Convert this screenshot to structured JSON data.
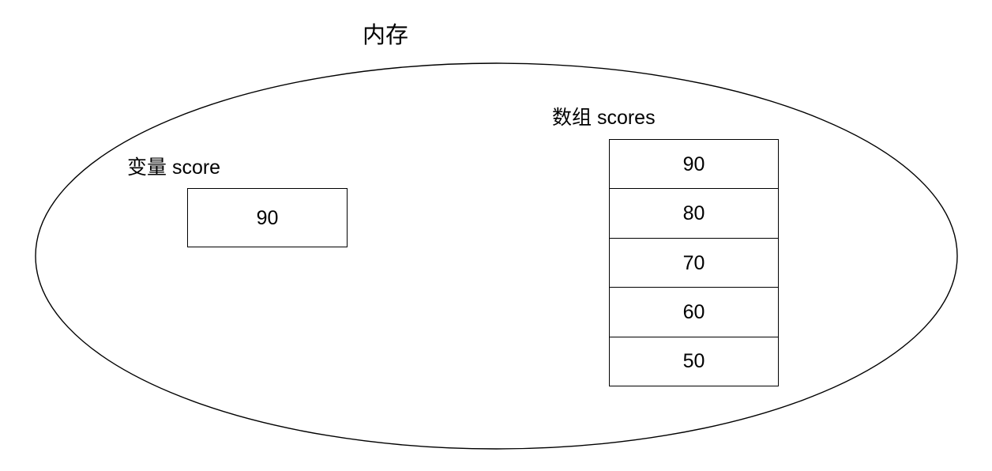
{
  "diagram": {
    "title": "内存",
    "container_shape": "ellipse",
    "variable": {
      "label": "变量 score",
      "value": "90"
    },
    "array": {
      "label": "数组 scores",
      "cells": [
        {
          "value": "90"
        },
        {
          "value": "80"
        },
        {
          "value": "70"
        },
        {
          "value": "60"
        },
        {
          "value": "50"
        }
      ]
    },
    "colors": {
      "stroke": "#000000",
      "text": "#000000",
      "background": "#ffffff"
    }
  }
}
